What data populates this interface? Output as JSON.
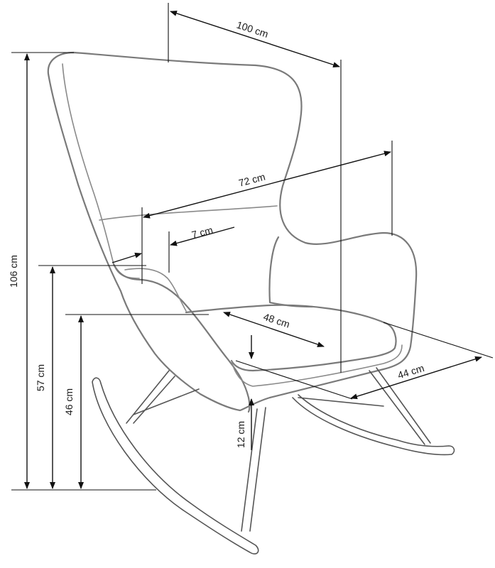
{
  "dimensions": {
    "width_top": "100 cm",
    "height_total": "106 cm",
    "width_inner": "72 cm",
    "armrest": "7 cm",
    "seat_height": "57 cm",
    "seat_depth": "48 cm",
    "leg_height": "46 cm",
    "seat_width": "44 cm",
    "seat_thickness": "12 cm"
  },
  "colors": {
    "outline": "#7a7a7a",
    "dimension_line": "#111111",
    "background": "#ffffff"
  }
}
